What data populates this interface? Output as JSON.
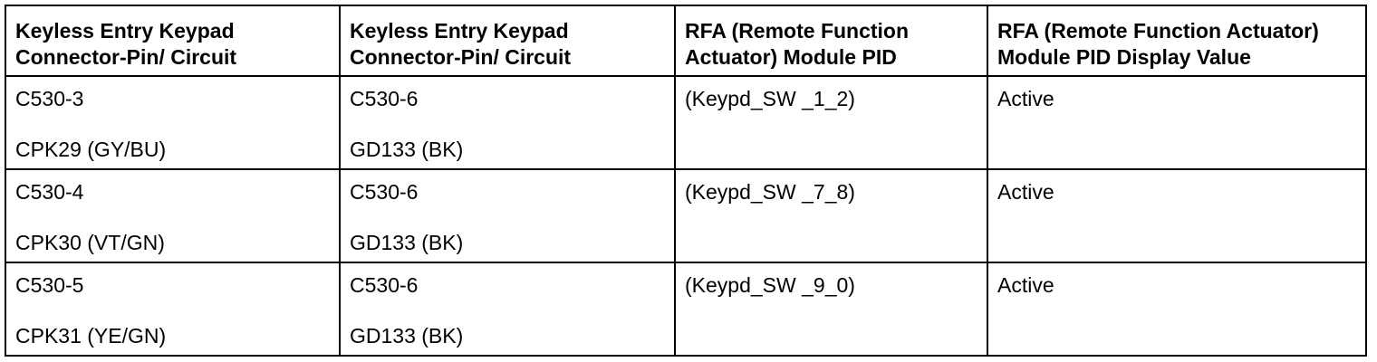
{
  "table": {
    "headers": [
      [
        "Keyless Entry Keypad",
        "Connector-Pin/ Circuit"
      ],
      [
        "Keyless Entry Keypad",
        "Connector-Pin/ Circuit"
      ],
      [
        "RFA (Remote Function",
        "Actuator) Module PID"
      ],
      [
        "RFA (Remote Function Actuator)",
        "Module PID Display Value"
      ]
    ],
    "rows": [
      {
        "pin_a": [
          "C530-3",
          "CPK29 (GY/BU)"
        ],
        "pin_b": [
          "C530-6",
          "GD133 (BK)"
        ],
        "pid": "(Keypd_SW _1_2)",
        "value": "Active"
      },
      {
        "pin_a": [
          "C530-4",
          "CPK30 (VT/GN)"
        ],
        "pin_b": [
          "C530-6",
          "GD133 (BK)"
        ],
        "pid": "(Keypd_SW _7_8)",
        "value": "Active"
      },
      {
        "pin_a": [
          "C530-5",
          "CPK31 (YE/GN)"
        ],
        "pin_b": [
          "C530-6",
          "GD133 (BK)"
        ],
        "pid": "(Keypd_SW _9_0)",
        "value": "Active"
      }
    ]
  }
}
